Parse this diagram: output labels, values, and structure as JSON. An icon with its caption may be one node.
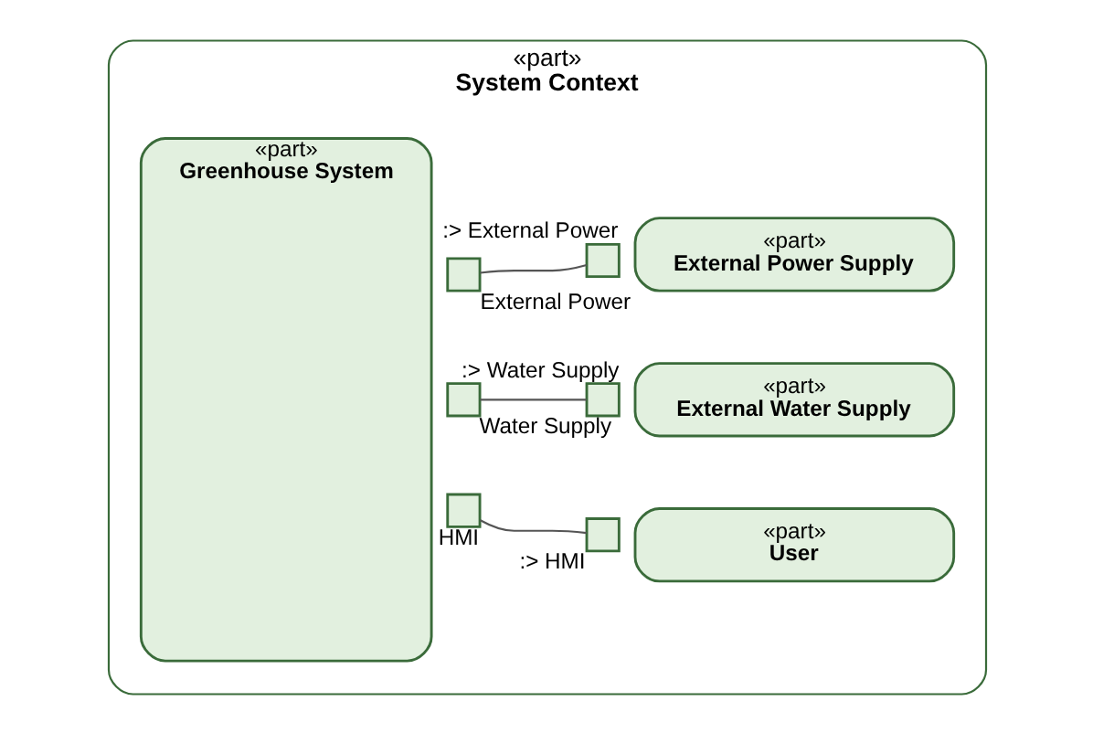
{
  "diagram": {
    "nodes": [
      {
        "text": [
          "«part»",
          "System Context"
        ]
      },
      {
        "text": [
          "«part»",
          "Greenhouse System"
        ],
        "in": 0
      },
      {
        "text": [
          "«part»",
          "User"
        ],
        "in": 0
      },
      {
        "text": [
          "«part»",
          "External Water Supply"
        ],
        "in": 0
      },
      {
        "text": [
          "«part»",
          "External Power Supply"
        ],
        "in": 0
      },
      {
        "text": [],
        "shape": "box",
        "beside": [
          "HMI"
        ],
        "in": 0
      },
      {
        "text": [],
        "shape": "box",
        "beside": [
          ":> HMI"
        ],
        "in": 0
      },
      {
        "text": [],
        "shape": "box",
        "beside": [
          "Water Supply"
        ],
        "in": 0
      },
      {
        "text": [],
        "shape": "box",
        "beside": [
          ":> Water Supply"
        ],
        "in": 0
      },
      {
        "text": [],
        "shape": "box",
        "beside": [
          "External Power"
        ],
        "in": 0
      },
      {
        "text": [],
        "shape": "box",
        "beside": [
          ":> External Power"
        ],
        "in": 0
      }
    ],
    "edges": [
      {
        "from": 5,
        "to": 6,
        "arrow": "none"
      },
      {
        "from": 7,
        "to": 8,
        "arrow": "none"
      },
      {
        "from": 9,
        "to": 10,
        "arrow": "none"
      }
    ]
  }
}
